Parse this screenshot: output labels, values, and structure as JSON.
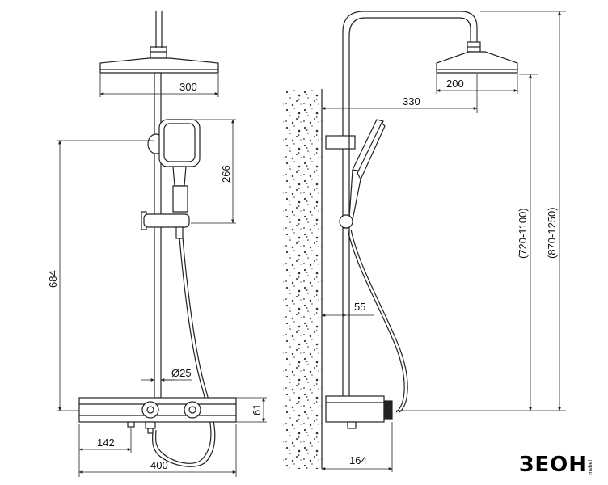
{
  "front_view": {
    "dim_head_width": "300",
    "dim_handshower_height": "266",
    "dim_total_height": "684",
    "dim_pipe_diameter": "Ø25",
    "dim_mixer_height": "61",
    "dim_outlet_offset": "142",
    "dim_mixer_width": "400"
  },
  "side_view": {
    "dim_head_width": "200",
    "dim_arm_reach": "330",
    "dim_wall_offset": "55",
    "dim_mixer_depth": "164",
    "dim_height_range_inner": "(720-1100)",
    "dim_height_range_outer": "(870-1250)"
  },
  "logo": {
    "brand": "ЗЕОН",
    "sub": "mebel"
  }
}
